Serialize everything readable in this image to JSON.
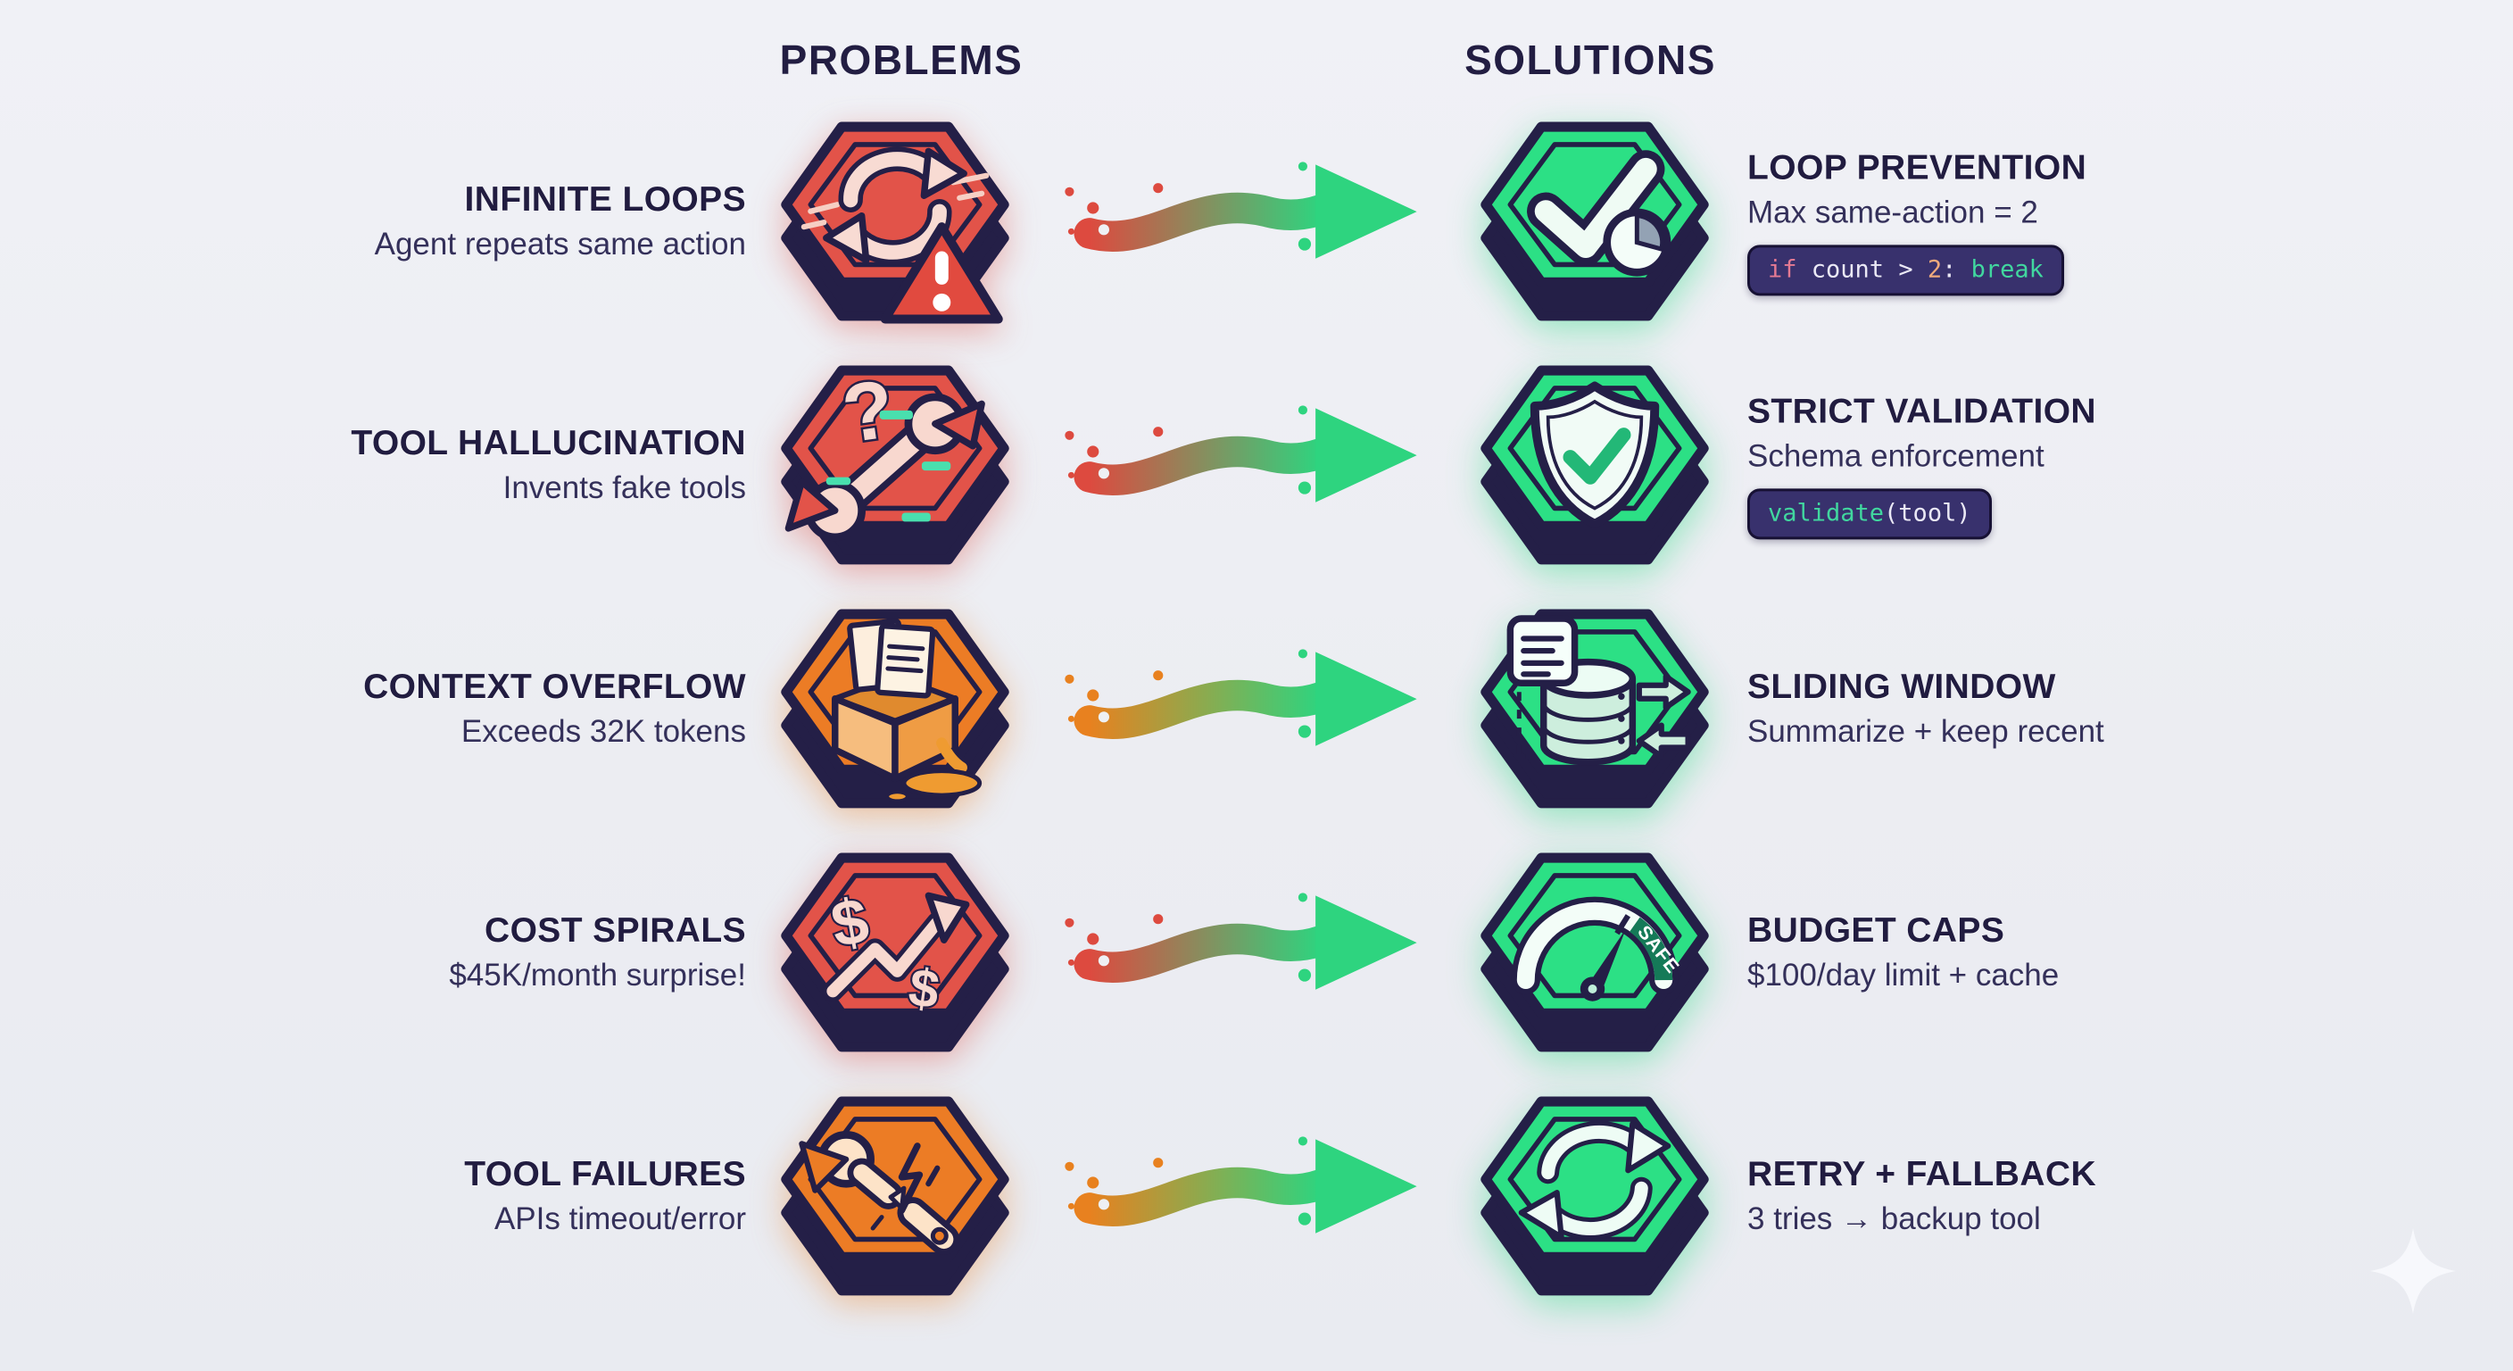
{
  "header": {
    "problems": "PROBLEMS",
    "solutions": "SOLUTIONS"
  },
  "palette": {
    "background": "#edeff3",
    "ink_navy": "#241f47",
    "problem_red": "#e25349",
    "problem_orange": "#ec7c25",
    "solution_green": "#2ce085",
    "chip_background": "#38316d"
  },
  "rows": [
    {
      "problem": {
        "title": "INFINITE LOOPS",
        "subtitle": "Agent repeats same action",
        "icon": "infinite-loop-arrows-warning",
        "hex_color": "#e25349"
      },
      "arrow": {
        "from": "#dd4a3f",
        "to": "#2ed47f"
      },
      "solution": {
        "title": "LOOP PREVENTION",
        "subtitle": "Max same-action = 2",
        "icon": "check-clock",
        "hex_color": "#2ce085",
        "code_tokens": [
          {
            "text": "if ",
            "style": "kw"
          },
          {
            "text": "count > ",
            "style": "plain"
          },
          {
            "text": "2",
            "style": "num"
          },
          {
            "text": ": ",
            "style": "plain"
          },
          {
            "text": "break",
            "style": "fn"
          }
        ]
      }
    },
    {
      "problem": {
        "title": "TOOL HALLUCINATION",
        "subtitle": "Invents fake tools",
        "icon": "wrench-question",
        "hex_color": "#e25349"
      },
      "arrow": {
        "from": "#dd4a3f",
        "to": "#2ed47f"
      },
      "solution": {
        "title": "STRICT VALIDATION",
        "subtitle": "Schema enforcement",
        "icon": "shield-check",
        "hex_color": "#2ce085",
        "code_tokens": [
          {
            "text": "validate",
            "style": "fn"
          },
          {
            "text": "(tool)",
            "style": "plain"
          }
        ]
      }
    },
    {
      "problem": {
        "title": "CONTEXT OVERFLOW",
        "subtitle": "Exceeds 32K tokens",
        "icon": "overflowing-box",
        "hex_color": "#ec7c25"
      },
      "arrow": {
        "from": "#e8811f",
        "to": "#2ed47f"
      },
      "solution": {
        "title": "SLIDING WINDOW",
        "subtitle": "Summarize + keep recent",
        "icon": "database-sync",
        "hex_color": "#2ce085"
      }
    },
    {
      "problem": {
        "title": "COST SPIRALS",
        "subtitle": "$45K/month surprise!",
        "icon": "dollar-spike",
        "hex_color": "#e25349"
      },
      "arrow": {
        "from": "#dd4a3f",
        "to": "#2ed47f"
      },
      "solution": {
        "title": "BUDGET CAPS",
        "subtitle": "$100/day limit + cache",
        "icon": "gauge-safe",
        "hex_color": "#2ce085",
        "icon_label": "SAFE"
      }
    },
    {
      "problem": {
        "title": "TOOL FAILURES",
        "subtitle": "APIs timeout/error",
        "icon": "broken-wrench",
        "hex_color": "#ec7c25"
      },
      "arrow": {
        "from": "#e8811f",
        "to": "#2ed47f"
      },
      "solution": {
        "title": "RETRY + FALLBACK",
        "subtitle": "3 tries → backup tool",
        "icon": "retry-arrows",
        "hex_color": "#2ce085"
      }
    }
  ]
}
